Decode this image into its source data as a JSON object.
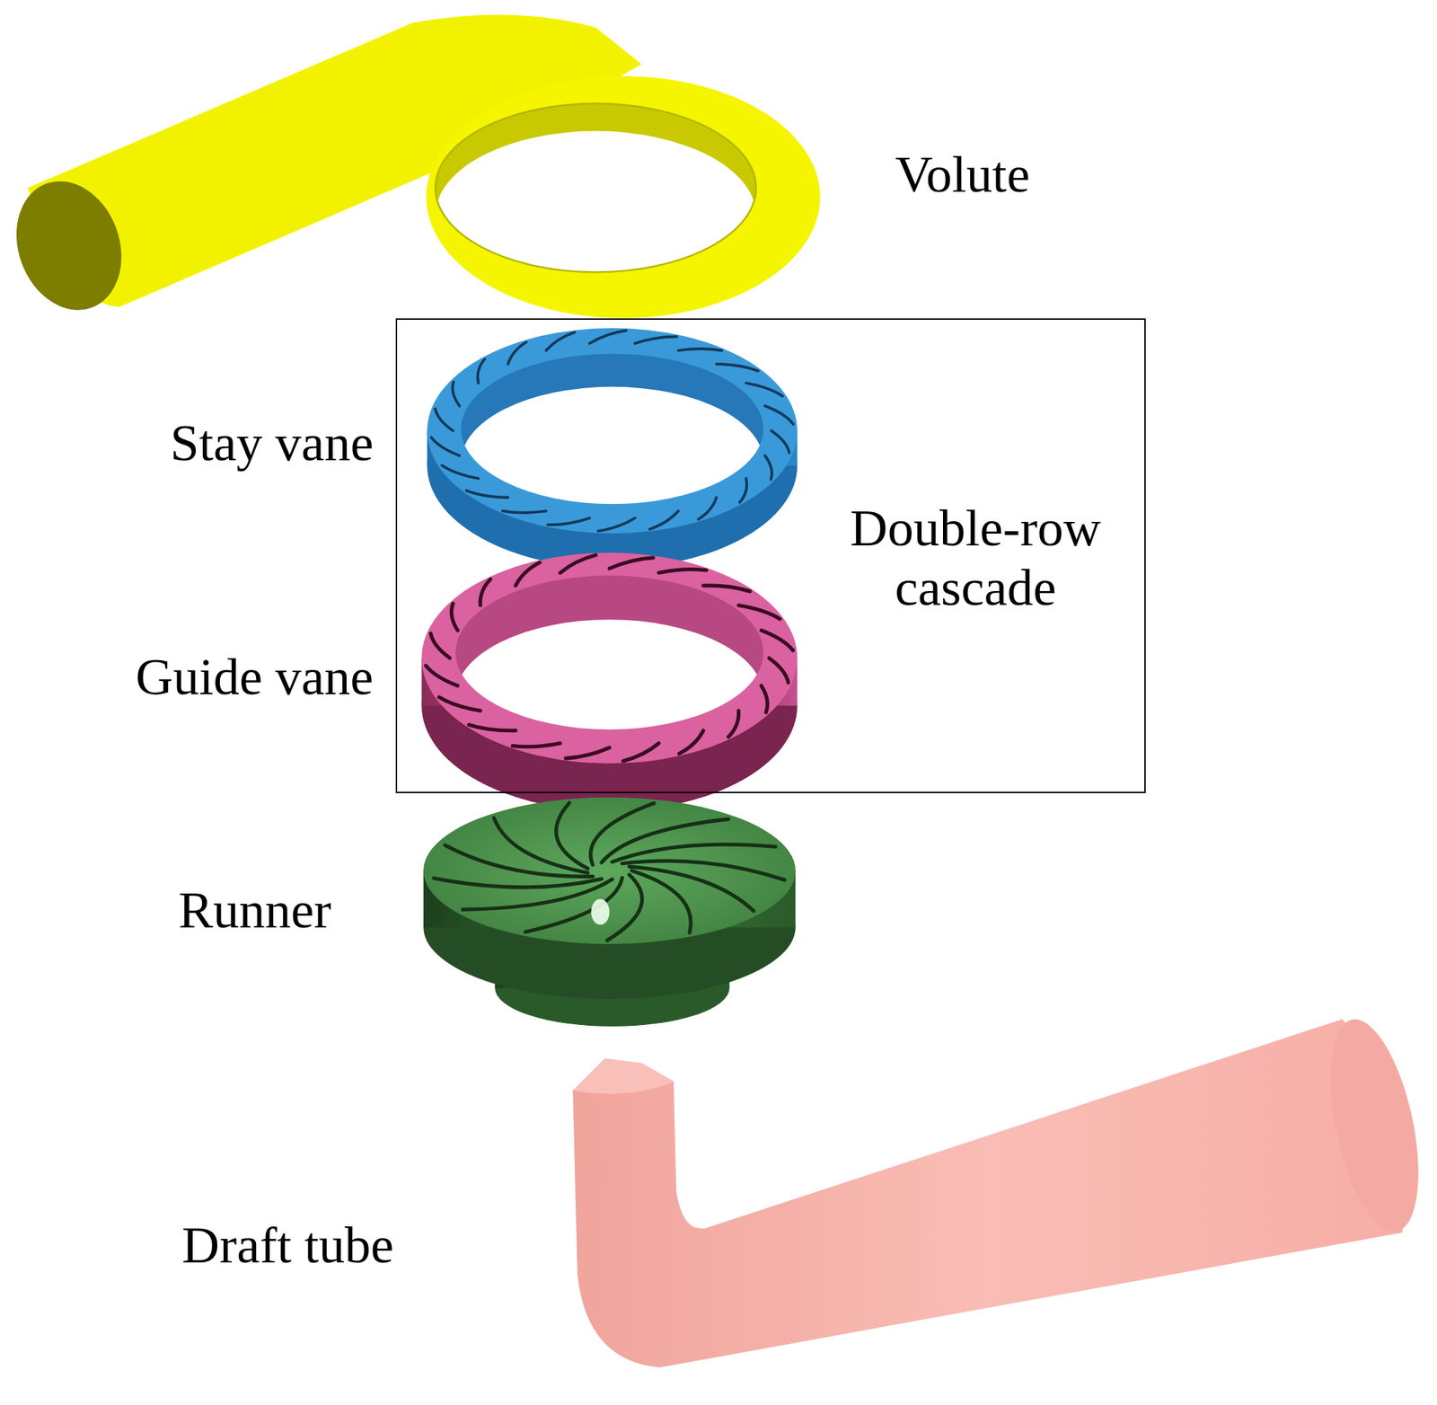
{
  "diagram": {
    "nodes": [
      {
        "text": [
          "Double-row cascade"
        ]
      }
    ],
    "labels": [
      "Volute",
      "Stay vane",
      "Guide vane",
      "Runner",
      "Draft tube"
    ]
  }
}
